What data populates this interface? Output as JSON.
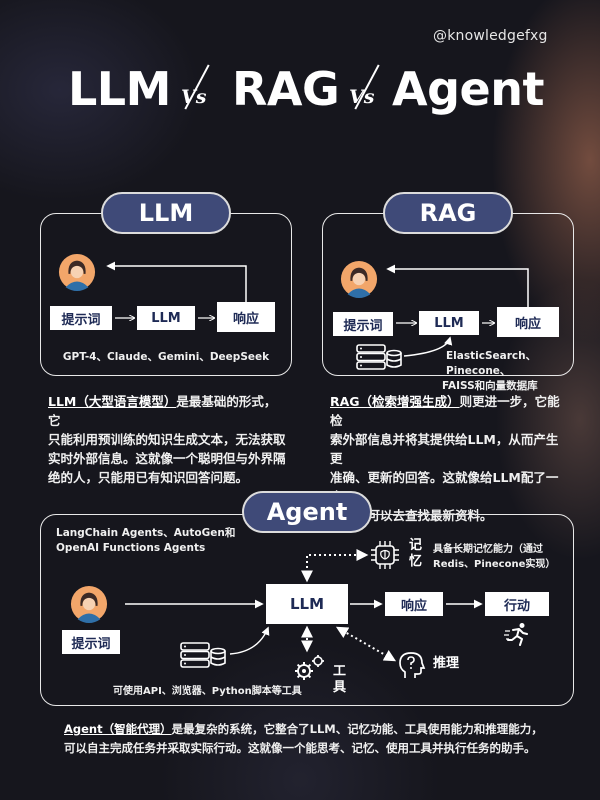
{
  "handle": "@knowledgefxg",
  "title": {
    "llm": "LLM",
    "vs1": "Vs",
    "rag": "RAG",
    "vs2": "Vs",
    "agent": "Agent"
  },
  "llm_panel": {
    "label": "LLM",
    "nodes": {
      "prompt": "提示词",
      "model": "LLM",
      "response": "响应"
    },
    "caption": "GPT-4、Claude、Gemini、DeepSeek"
  },
  "rag_panel": {
    "label": "RAG",
    "nodes": {
      "prompt": "提示词",
      "model": "LLM",
      "response": "响应"
    },
    "caption_line1": "ElasticSearch、Pinecone、",
    "caption_line2": "FAISS和向量数据库"
  },
  "llm_desc": {
    "term": "LLM（大型语言模型）",
    "rest_line1": "是最基础的形式，它",
    "line2": "只能利用预训练的知识生成文本，无法获取",
    "line3": "实时外部信息。这就像一个聪明但与外界隔",
    "line4": "绝的人，只能用已有知识回答问题。"
  },
  "rag_desc": {
    "term": "RAG（检索增强生成）",
    "rest_line1": "则更进一步，它能检",
    "line2": "索外部信息并将其提供给LLM，从而产生更",
    "line3": "准确、更新的回答。这就像给LLM配了一个",
    "line4": "助手，可以去查找最新资料。"
  },
  "agent_panel": {
    "label": "Agent",
    "frameworks_line1": "LangChain Agents、AutoGen和",
    "frameworks_line2": "OpenAI Functions Agents",
    "nodes": {
      "prompt": "提示词",
      "model": "LLM",
      "response": "响应",
      "action": "行动"
    },
    "memory": {
      "label_1": "记",
      "label_2": "忆",
      "note_line1": "具备长期记忆能力（通过",
      "note_line2": "Redis、Pinecone实现）"
    },
    "tools": {
      "label_1": "工",
      "label_2": "具",
      "note": "可使用API、浏览器、Python脚本等工具"
    },
    "reasoning": {
      "label": "推理"
    }
  },
  "agent_desc": {
    "term": "Agent（智能代理）",
    "rest_line1": "是最复杂的系统，它整合了LLM、记忆功能、工具使用能力和推理能力，",
    "line2": "可以自主完成任务并采取实际行动。这就像一个能思考、记忆、使用工具并执行任务的助手。"
  },
  "colors": {
    "background": "#16161d",
    "pill": "#3f4a78",
    "box_text": "#1e2a55",
    "avatar_skin": "#f2a66a",
    "avatar_hair": "#3c2a26",
    "avatar_shirt": "#2f6fa8"
  },
  "icons": [
    "user-avatar-icon",
    "database-icon",
    "brain-chip-icon",
    "gears-icon",
    "reasoning-head-icon",
    "running-person-icon"
  ]
}
